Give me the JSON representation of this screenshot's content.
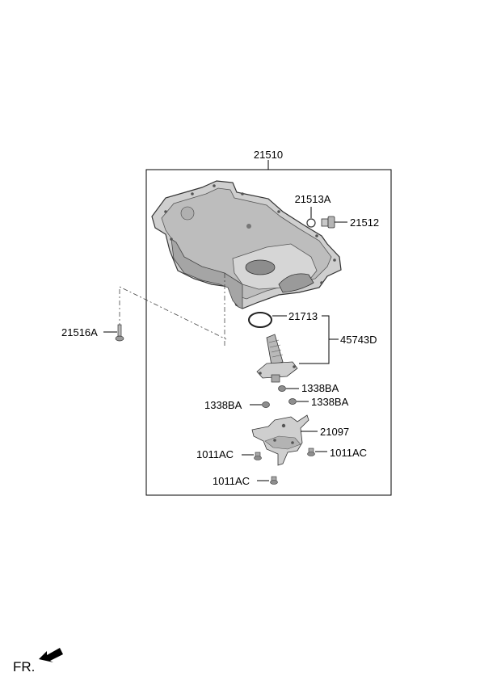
{
  "diagram": {
    "part_labels": {
      "oil_pan": "21510",
      "gasket_ring": "21513A",
      "drain_plug": "21512",
      "bolt": "21516A",
      "o_ring": "21713",
      "oil_level_sensor_assembly": "45743D",
      "sensor_bolt_right_upper": "1338BA",
      "sensor_bolt_left": "1338BA",
      "sensor_bolt_right_lower": "1338BA",
      "bracket": "21097",
      "bracket_bolt_left": "1011AC",
      "bracket_bolt_right": "1011AC",
      "bracket_bolt_bottom": "1011AC"
    },
    "front_indicator": "FR."
  }
}
